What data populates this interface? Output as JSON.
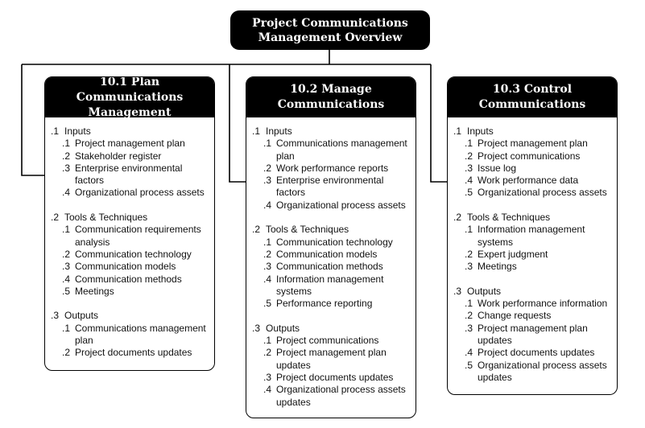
{
  "root": {
    "title_lines": [
      "Project Communications",
      "Management Overview"
    ]
  },
  "processes": [
    {
      "title_lines": [
        "10.1 Plan Communications",
        "Management"
      ],
      "sections": [
        {
          "num": ".1",
          "label": "Inputs",
          "items": [
            {
              "num": ".1",
              "text": "Project management plan"
            },
            {
              "num": ".2",
              "text": "Stakeholder register"
            },
            {
              "num": ".3",
              "text": "Enterprise environmental factors"
            },
            {
              "num": ".4",
              "text": "Organizational process assets"
            }
          ]
        },
        {
          "num": ".2",
          "label": "Tools & Techniques",
          "items": [
            {
              "num": ".1",
              "text": "Communication requirements analysis"
            },
            {
              "num": ".2",
              "text": "Communication technology"
            },
            {
              "num": ".3",
              "text": "Communication models"
            },
            {
              "num": ".4",
              "text": "Communication methods"
            },
            {
              "num": ".5",
              "text": "Meetings"
            }
          ]
        },
        {
          "num": ".3",
          "label": "Outputs",
          "items": [
            {
              "num": ".1",
              "text": "Communications management plan"
            },
            {
              "num": ".2",
              "text": "Project documents updates"
            }
          ]
        }
      ]
    },
    {
      "title_lines": [
        "10.2 Manage",
        "Communications"
      ],
      "sections": [
        {
          "num": ".1",
          "label": "Inputs",
          "items": [
            {
              "num": ".1",
              "text": "Communications management plan"
            },
            {
              "num": ".2",
              "text": "Work performance reports"
            },
            {
              "num": ".3",
              "text": "Enterprise environmental factors"
            },
            {
              "num": ".4",
              "text": "Organizational process assets"
            }
          ]
        },
        {
          "num": ".2",
          "label": "Tools & Techniques",
          "items": [
            {
              "num": ".1",
              "text": "Communication technology"
            },
            {
              "num": ".2",
              "text": "Communication models"
            },
            {
              "num": ".3",
              "text": "Communication methods"
            },
            {
              "num": ".4",
              "text": "Information management systems"
            },
            {
              "num": ".5",
              "text": "Performance reporting"
            }
          ]
        },
        {
          "num": ".3",
          "label": "Outputs",
          "items": [
            {
              "num": ".1",
              "text": "Project communications"
            },
            {
              "num": ".2",
              "text": "Project management plan updates"
            },
            {
              "num": ".3",
              "text": "Project documents updates"
            },
            {
              "num": ".4",
              "text": "Organizational process assets updates"
            }
          ]
        }
      ]
    },
    {
      "title_lines": [
        "10.3 Control",
        "Communications"
      ],
      "sections": [
        {
          "num": ".1",
          "label": "Inputs",
          "items": [
            {
              "num": ".1",
              "text": "Project management plan"
            },
            {
              "num": ".2",
              "text": "Project communications"
            },
            {
              "num": ".3",
              "text": "Issue log"
            },
            {
              "num": ".4",
              "text": "Work performance data"
            },
            {
              "num": ".5",
              "text": "Organizational process assets"
            }
          ]
        },
        {
          "num": ".2",
          "label": "Tools & Techniques",
          "items": [
            {
              "num": ".1",
              "text": "Information management systems"
            },
            {
              "num": ".2",
              "text": "Expert judgment"
            },
            {
              "num": ".3",
              "text": "Meetings"
            }
          ]
        },
        {
          "num": ".3",
          "label": "Outputs",
          "items": [
            {
              "num": ".1",
              "text": "Work performance information"
            },
            {
              "num": ".2",
              "text": "Change requests"
            },
            {
              "num": ".3",
              "text": "Project management plan updates"
            },
            {
              "num": ".4",
              "text": "Project documents updates"
            },
            {
              "num": ".5",
              "text": "Organizational process assets updates"
            }
          ]
        }
      ]
    }
  ]
}
